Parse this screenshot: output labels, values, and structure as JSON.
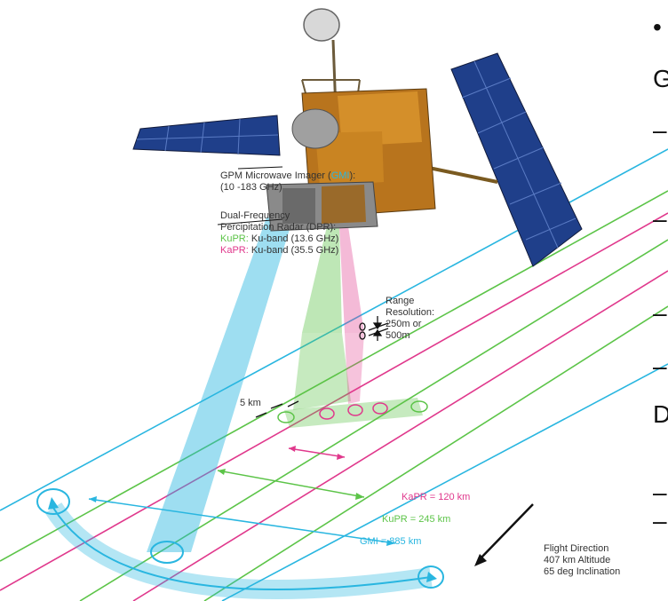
{
  "gmi": {
    "name_prefix": "GPM Microwave Imager (",
    "abbr": "GMI",
    "name_suffix": "):",
    "freq": "(10 -183 GHz)",
    "swath": "GMI = 885 km"
  },
  "dpr": {
    "line1": "Dual-Frequency",
    "line2": "Percipitation Radar (DPR):",
    "ku_abbr": "KuPR:",
    "ku_desc": "Ku-band (13.6 GHz)",
    "ka_abbr": "KaPR:",
    "ka_desc": "Ku-band (35.5 GHz)"
  },
  "range": {
    "line1": "Range",
    "line2": "Resolution:",
    "line3": "250m or",
    "line4": "500m"
  },
  "footprint": "5 km",
  "swaths": {
    "ka": "KaPR = 120 km",
    "ku": "KuPR = 245 km"
  },
  "flight": {
    "line1": "Flight Direction",
    "line2": "407 km Altitude",
    "line3": "65 deg Inclination"
  },
  "colors": {
    "gmi": "#29b6e0",
    "ku": "#5cc448",
    "ka": "#e0388c",
    "solar_panel": "#1f3f8a",
    "satellite_body": "#b8741d"
  },
  "sidebar_glyphs": [
    "•",
    "G",
    "–",
    "–",
    "–",
    "–",
    "D",
    "–",
    "–"
  ]
}
